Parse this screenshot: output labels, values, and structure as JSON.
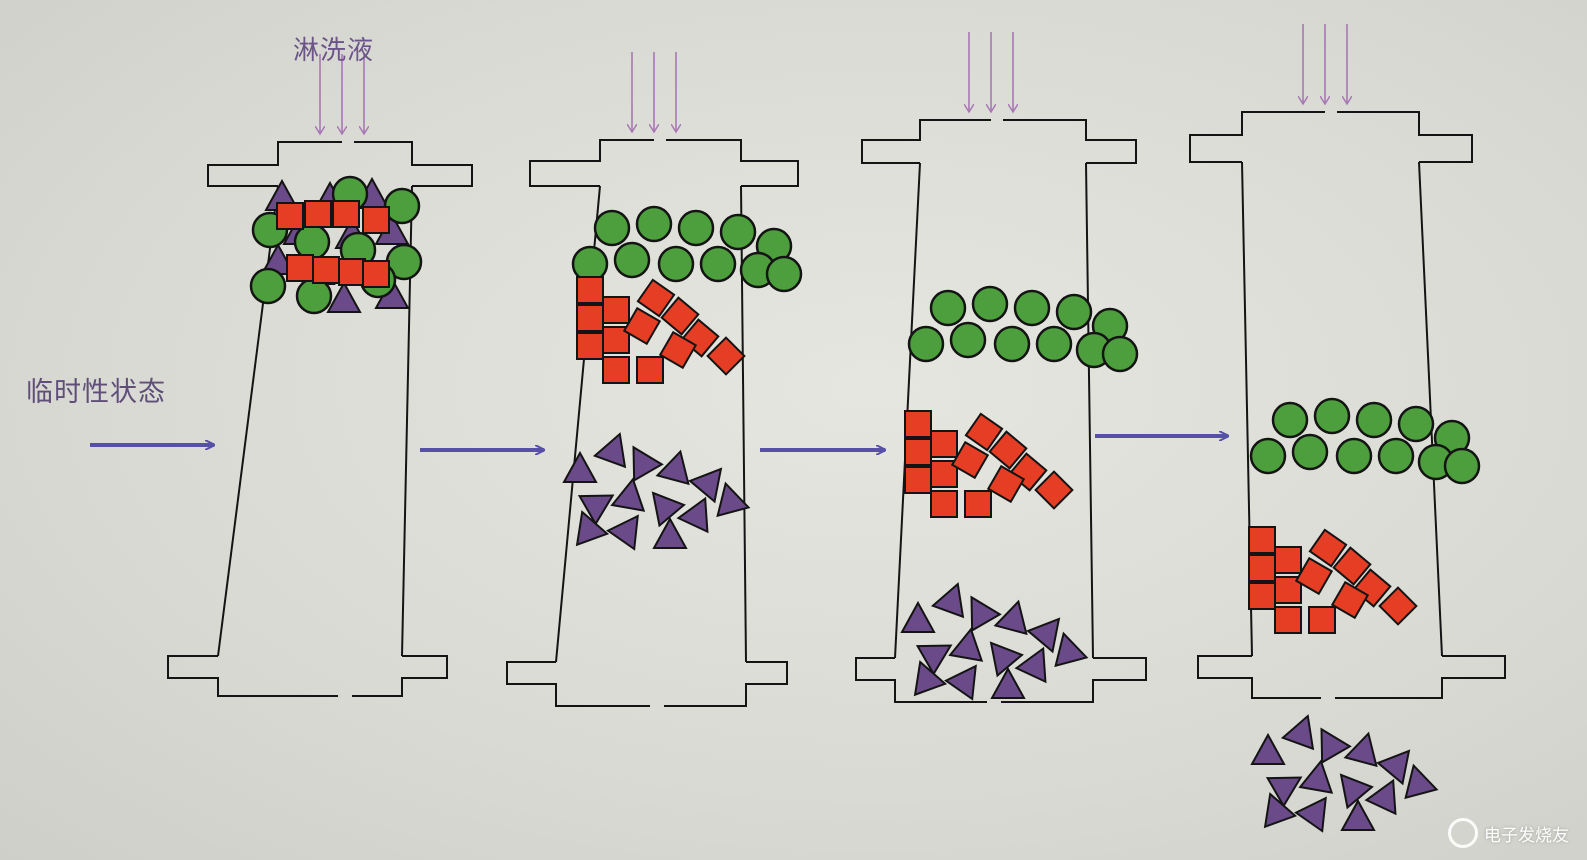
{
  "labels": {
    "eluent": "淋洗液",
    "transient_state": "临时性状态"
  },
  "watermark": {
    "text": "电子发烧友"
  },
  "colors": {
    "outline": "#141414",
    "green": "#4d9e3c",
    "red": "#e63e24",
    "purple": "#6b4a8a",
    "arrow": "#5750a8",
    "eluent_arrow": "#a778b4"
  },
  "columns": [
    {
      "stage": 1,
      "bands": [
        "mixed"
      ]
    },
    {
      "stage": 2,
      "bands": [
        "circles",
        "squares",
        "triangles"
      ]
    },
    {
      "stage": 3,
      "bands": [
        "circles",
        "squares",
        "triangles"
      ]
    },
    {
      "stage": 4,
      "bands": [
        "circles",
        "squares",
        "triangles-eluted"
      ]
    }
  ]
}
